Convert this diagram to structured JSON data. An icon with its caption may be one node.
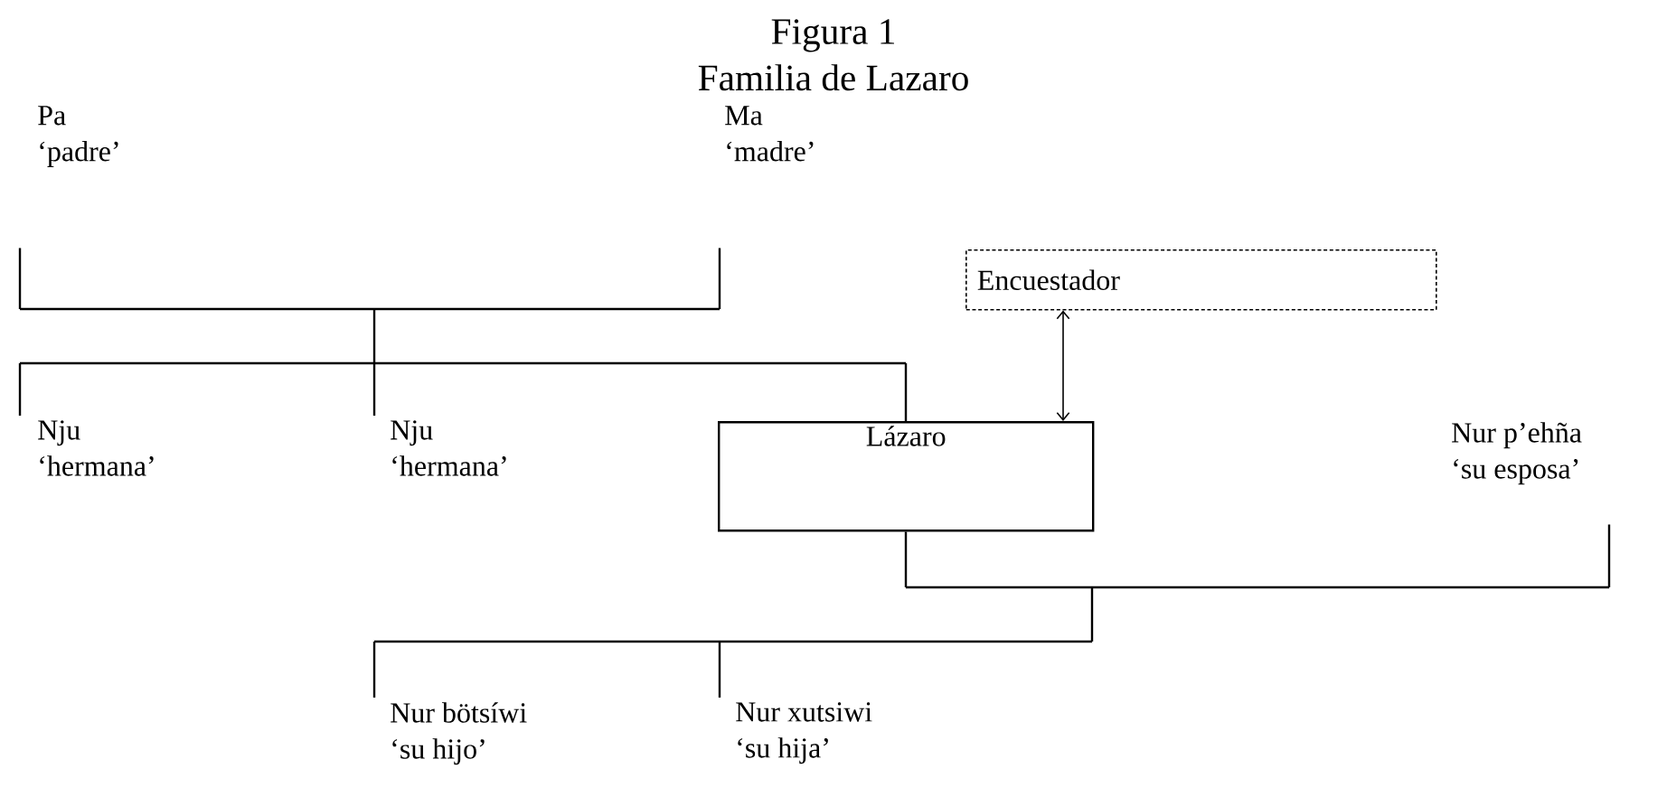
{
  "diagram": {
    "title": "Figura 1",
    "nodes": [
      {
        "text": [
          "Pa",
          "‘padre’"
        ]
      },
      {
        "text": [
          "Ma",
          "‘madre’"
        ]
      },
      {
        "text": [
          "Encuestador"
        ]
      },
      {
        "text": [
          "Nju",
          "‘hermana’"
        ]
      },
      {
        "text": [
          "Nju",
          "‘hermana’"
        ]
      },
      {
        "text": [
          "Lázaro"
        ]
      },
      {
        "text": [
          "Nur p’ehña",
          "‘su esposa’"
        ]
      },
      {
        "text": [
          "Nur bötsíwi",
          "‘su hijo’"
        ]
      },
      {
        "text": [
          "Nur xutsiwi",
          "‘su hija’"
        ]
      }
    ],
    "edges": [
      {
        "from": 0,
        "to": 3,
        "arrow": "none"
      },
      {
        "from": 0,
        "to": 4,
        "arrow": "none"
      },
      {
        "from": 0,
        "to": 5,
        "arrow": "none"
      },
      {
        "from": 1,
        "to": 3,
        "arrow": "none"
      },
      {
        "from": 1,
        "to": 4,
        "arrow": "none"
      },
      {
        "from": 1,
        "to": 5,
        "arrow": "none"
      },
      {
        "from": 2,
        "to": 5,
        "arrow": "both"
      },
      {
        "from": 5,
        "to": 7,
        "arrow": "none"
      },
      {
        "from": 5,
        "to": 8,
        "arrow": "none"
      },
      {
        "from": 6,
        "to": 7,
        "arrow": "none"
      },
      {
        "from": 6,
        "to": 8,
        "arrow": "none"
      }
    ],
    "labels": [
      "Familia de Lazaro"
    ]
  }
}
